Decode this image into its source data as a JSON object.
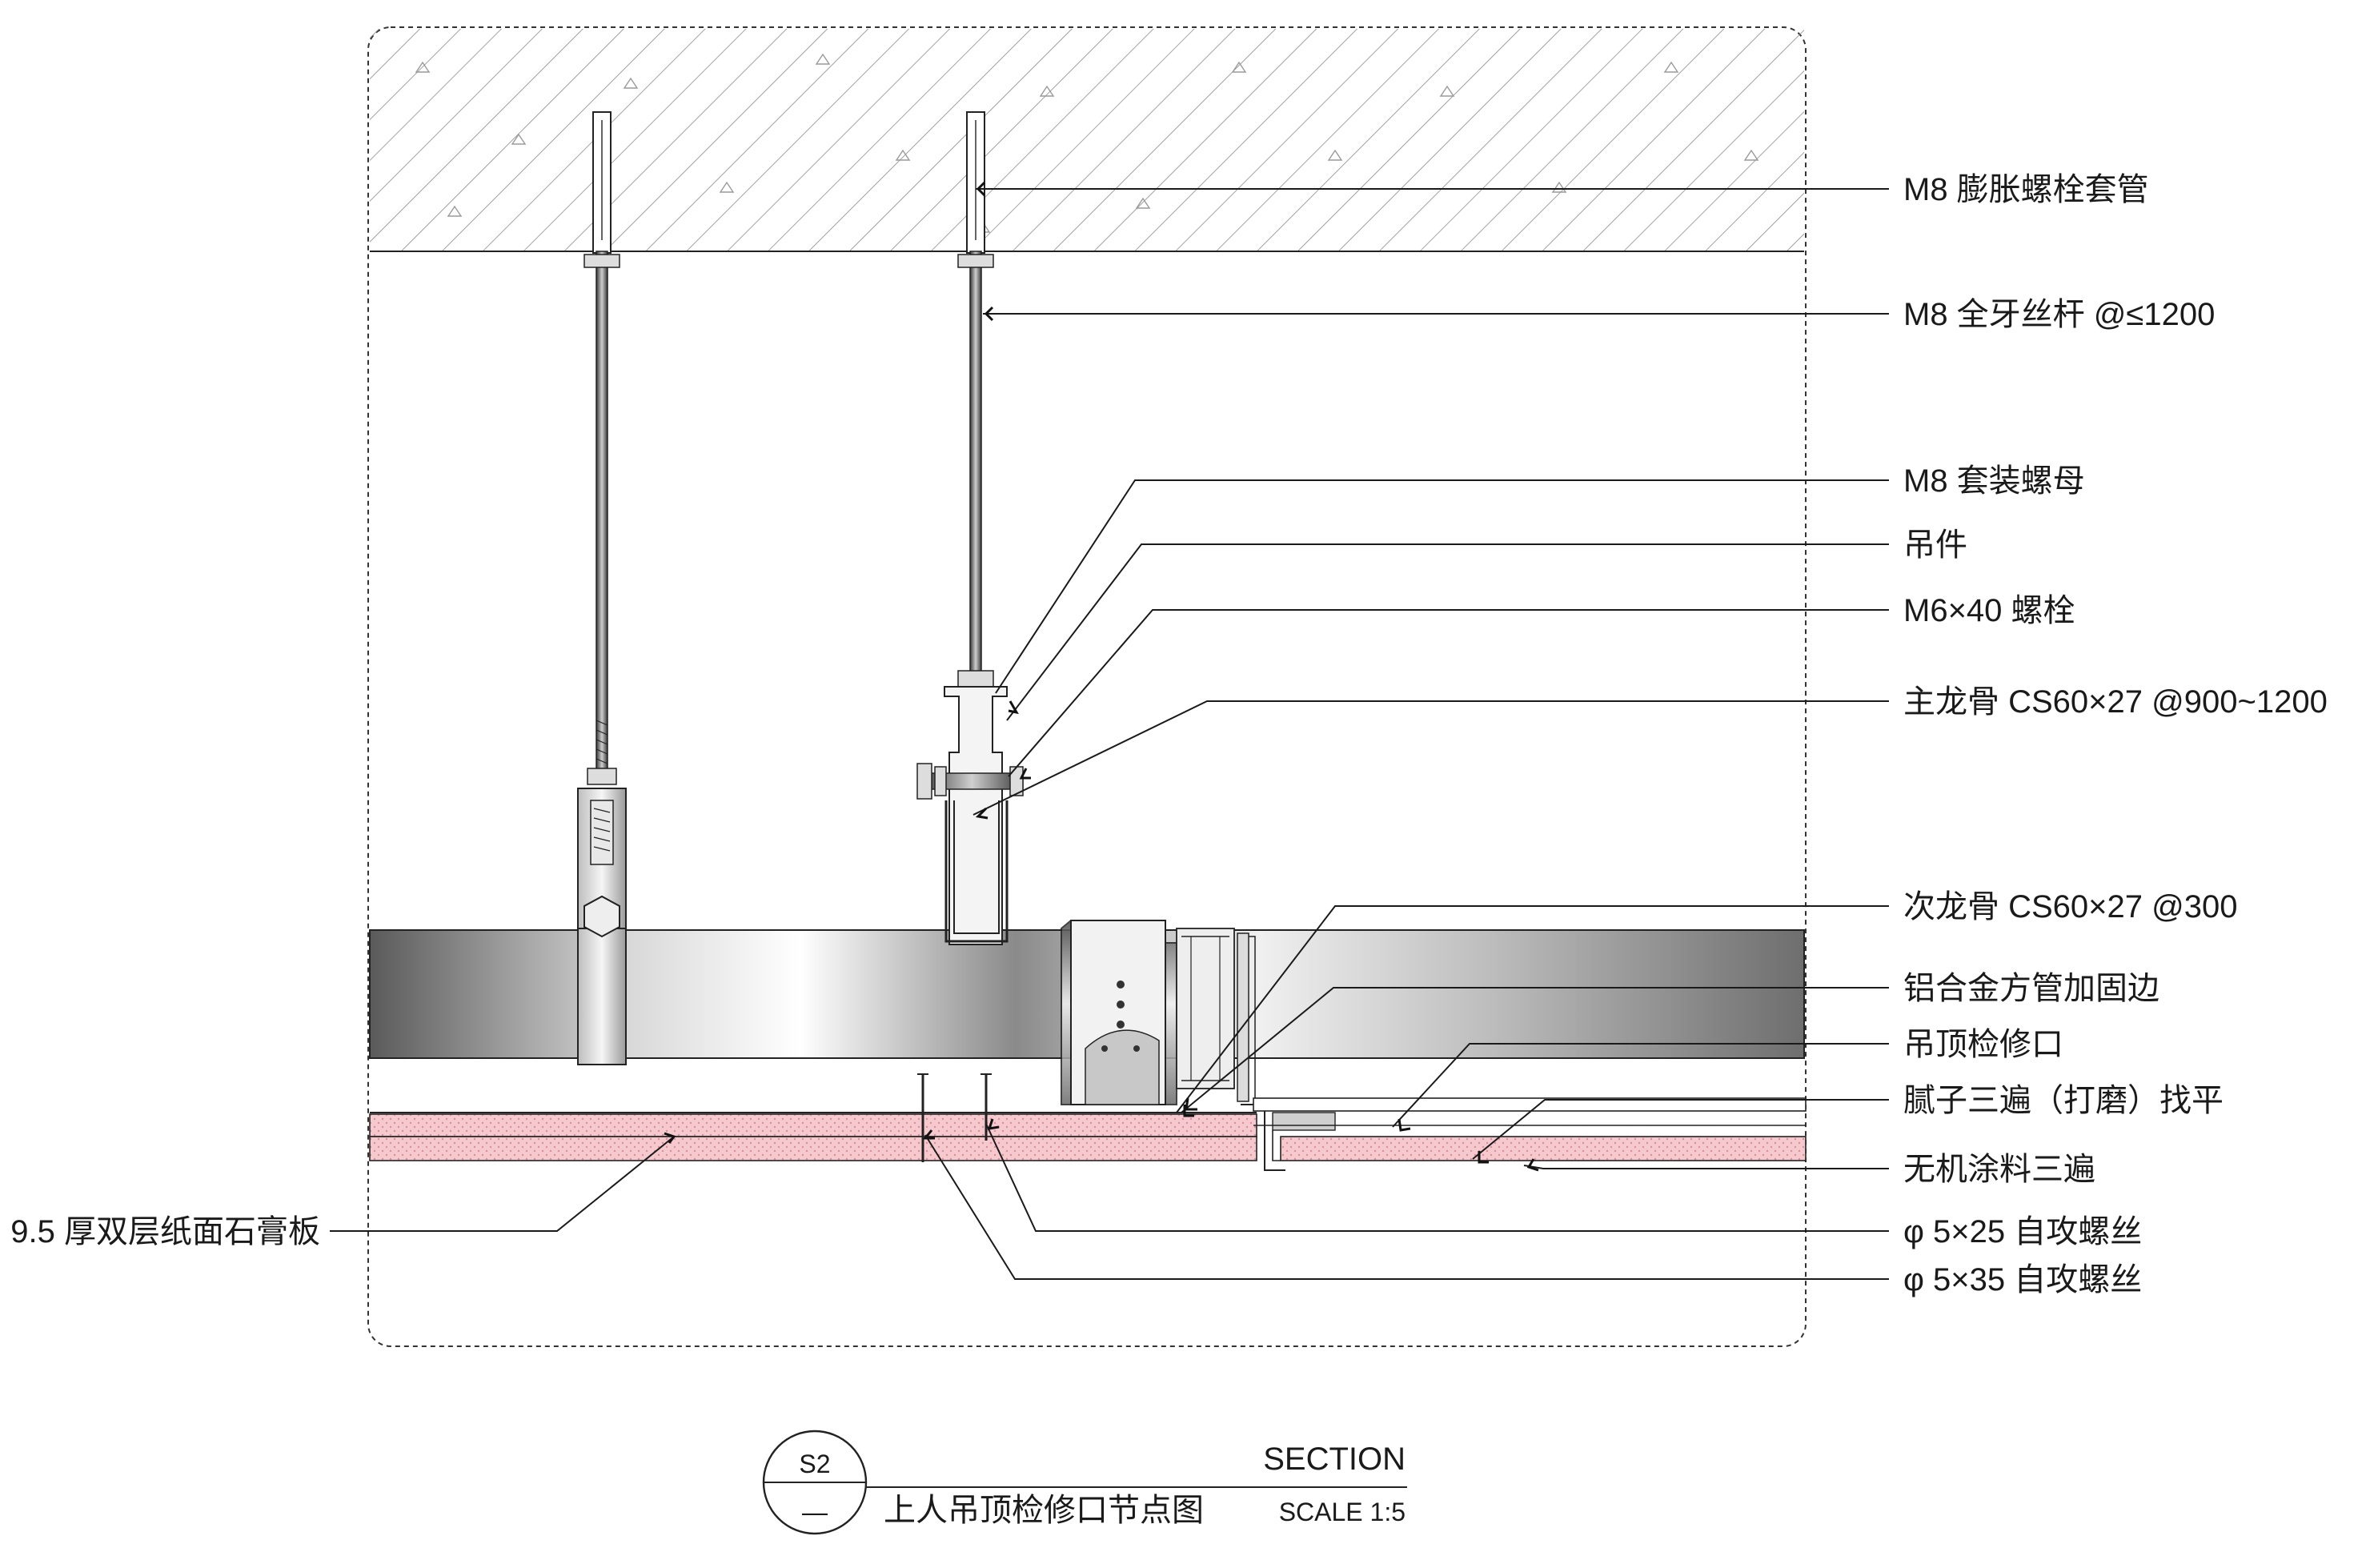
{
  "labels": {
    "sleeve": "M8 膨胀螺栓套管",
    "rod": "M8 全牙丝杆 @≤1200",
    "nut": "M8 套装螺母",
    "hanger": "吊件",
    "bolt": "M6×40 螺栓",
    "main_keel": "主龙骨 CS60×27  @900~1200",
    "sub_keel": "次龙骨 CS60×27  @300",
    "alu_edge": "铝合金方管加固边",
    "access": "吊顶检修口",
    "putty": "腻子三遍（打磨）找平",
    "coating": "无机涂料三遍",
    "screw25": "φ 5×25  自攻螺丝",
    "screw35": "φ 5×35  自攻螺丝",
    "gypsum": "9.5 厚双层纸面石膏板"
  },
  "title_block": {
    "ref": "S2",
    "sheet": "—",
    "section": "SECTION",
    "name": "上人吊顶检修口节点图",
    "scale": "SCALE 1:5"
  },
  "colors": {
    "board": "#f6c9cf",
    "line": "#1a1a1a"
  }
}
